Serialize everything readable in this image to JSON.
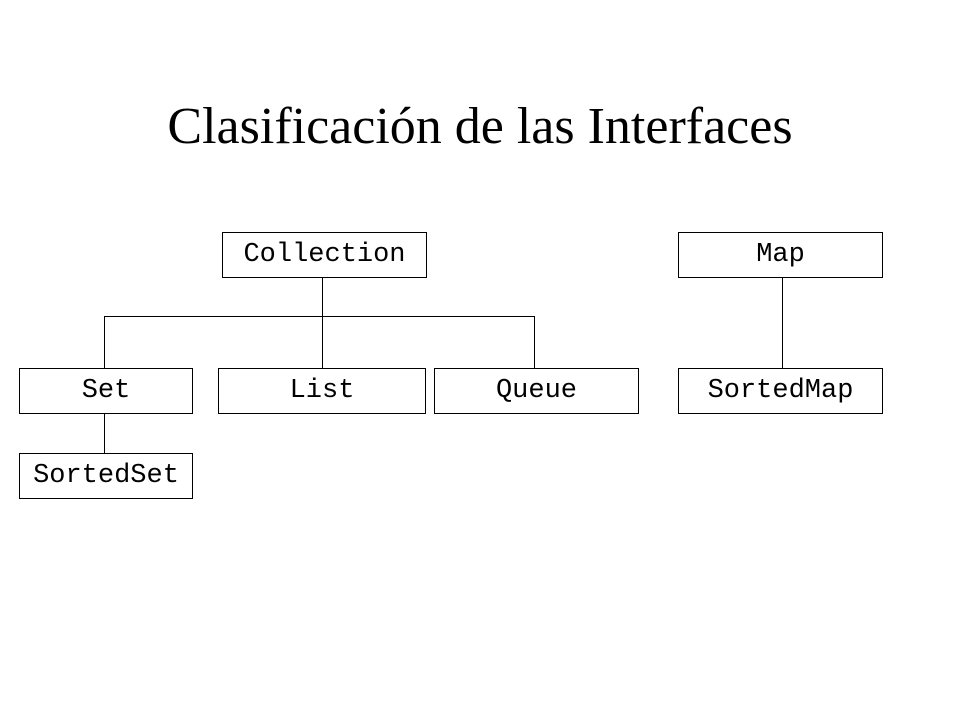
{
  "title": "Clasificación de las Interfaces",
  "colors": {
    "background": "#ffffff",
    "line": "#000000",
    "text": "#000000"
  },
  "nodes": {
    "collection": "Collection",
    "map": "Map",
    "set": "Set",
    "list": "List",
    "queue": "Queue",
    "sorted_map": "SortedMap",
    "sorted_set": "SortedSet"
  },
  "edges": [
    {
      "from": "Collection",
      "to": "Set"
    },
    {
      "from": "Collection",
      "to": "List"
    },
    {
      "from": "Collection",
      "to": "Queue"
    },
    {
      "from": "Set",
      "to": "SortedSet"
    },
    {
      "from": "Map",
      "to": "SortedMap"
    }
  ]
}
